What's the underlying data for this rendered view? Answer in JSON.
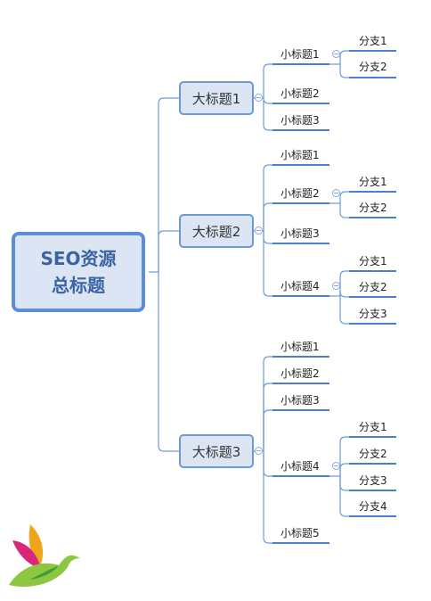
{
  "root": {
    "line1": "SEO资源",
    "line2": "总标题"
  },
  "topics": [
    {
      "label": "大标题1",
      "subs": [
        {
          "label": "小标题1",
          "branches": [
            "分支1",
            "分支2"
          ]
        },
        {
          "label": "小标题2",
          "branches": []
        },
        {
          "label": "小标题3",
          "branches": []
        }
      ]
    },
    {
      "label": "大标题2",
      "subs": [
        {
          "label": "小标题1",
          "branches": []
        },
        {
          "label": "小标题2",
          "branches": [
            "分支1",
            "分支2"
          ]
        },
        {
          "label": "小标题3",
          "branches": []
        },
        {
          "label": "小标题4",
          "branches": [
            "分支1",
            "分支2",
            "分支3"
          ]
        }
      ]
    },
    {
      "label": "大标题3",
      "subs": [
        {
          "label": "小标题1",
          "branches": []
        },
        {
          "label": "小标题2",
          "branches": []
        },
        {
          "label": "小标题3",
          "branches": []
        },
        {
          "label": "小标题4",
          "branches": [
            "分支1",
            "分支2",
            "分支3",
            "分支4"
          ]
        },
        {
          "label": "小标题5",
          "branches": []
        }
      ]
    }
  ],
  "colors": {
    "line": "#6c9ad6",
    "node_fill": "#dbe5f3",
    "root_border": "#5b8fd2",
    "underline": "#4a7fcb"
  },
  "logo": "bird-logo"
}
